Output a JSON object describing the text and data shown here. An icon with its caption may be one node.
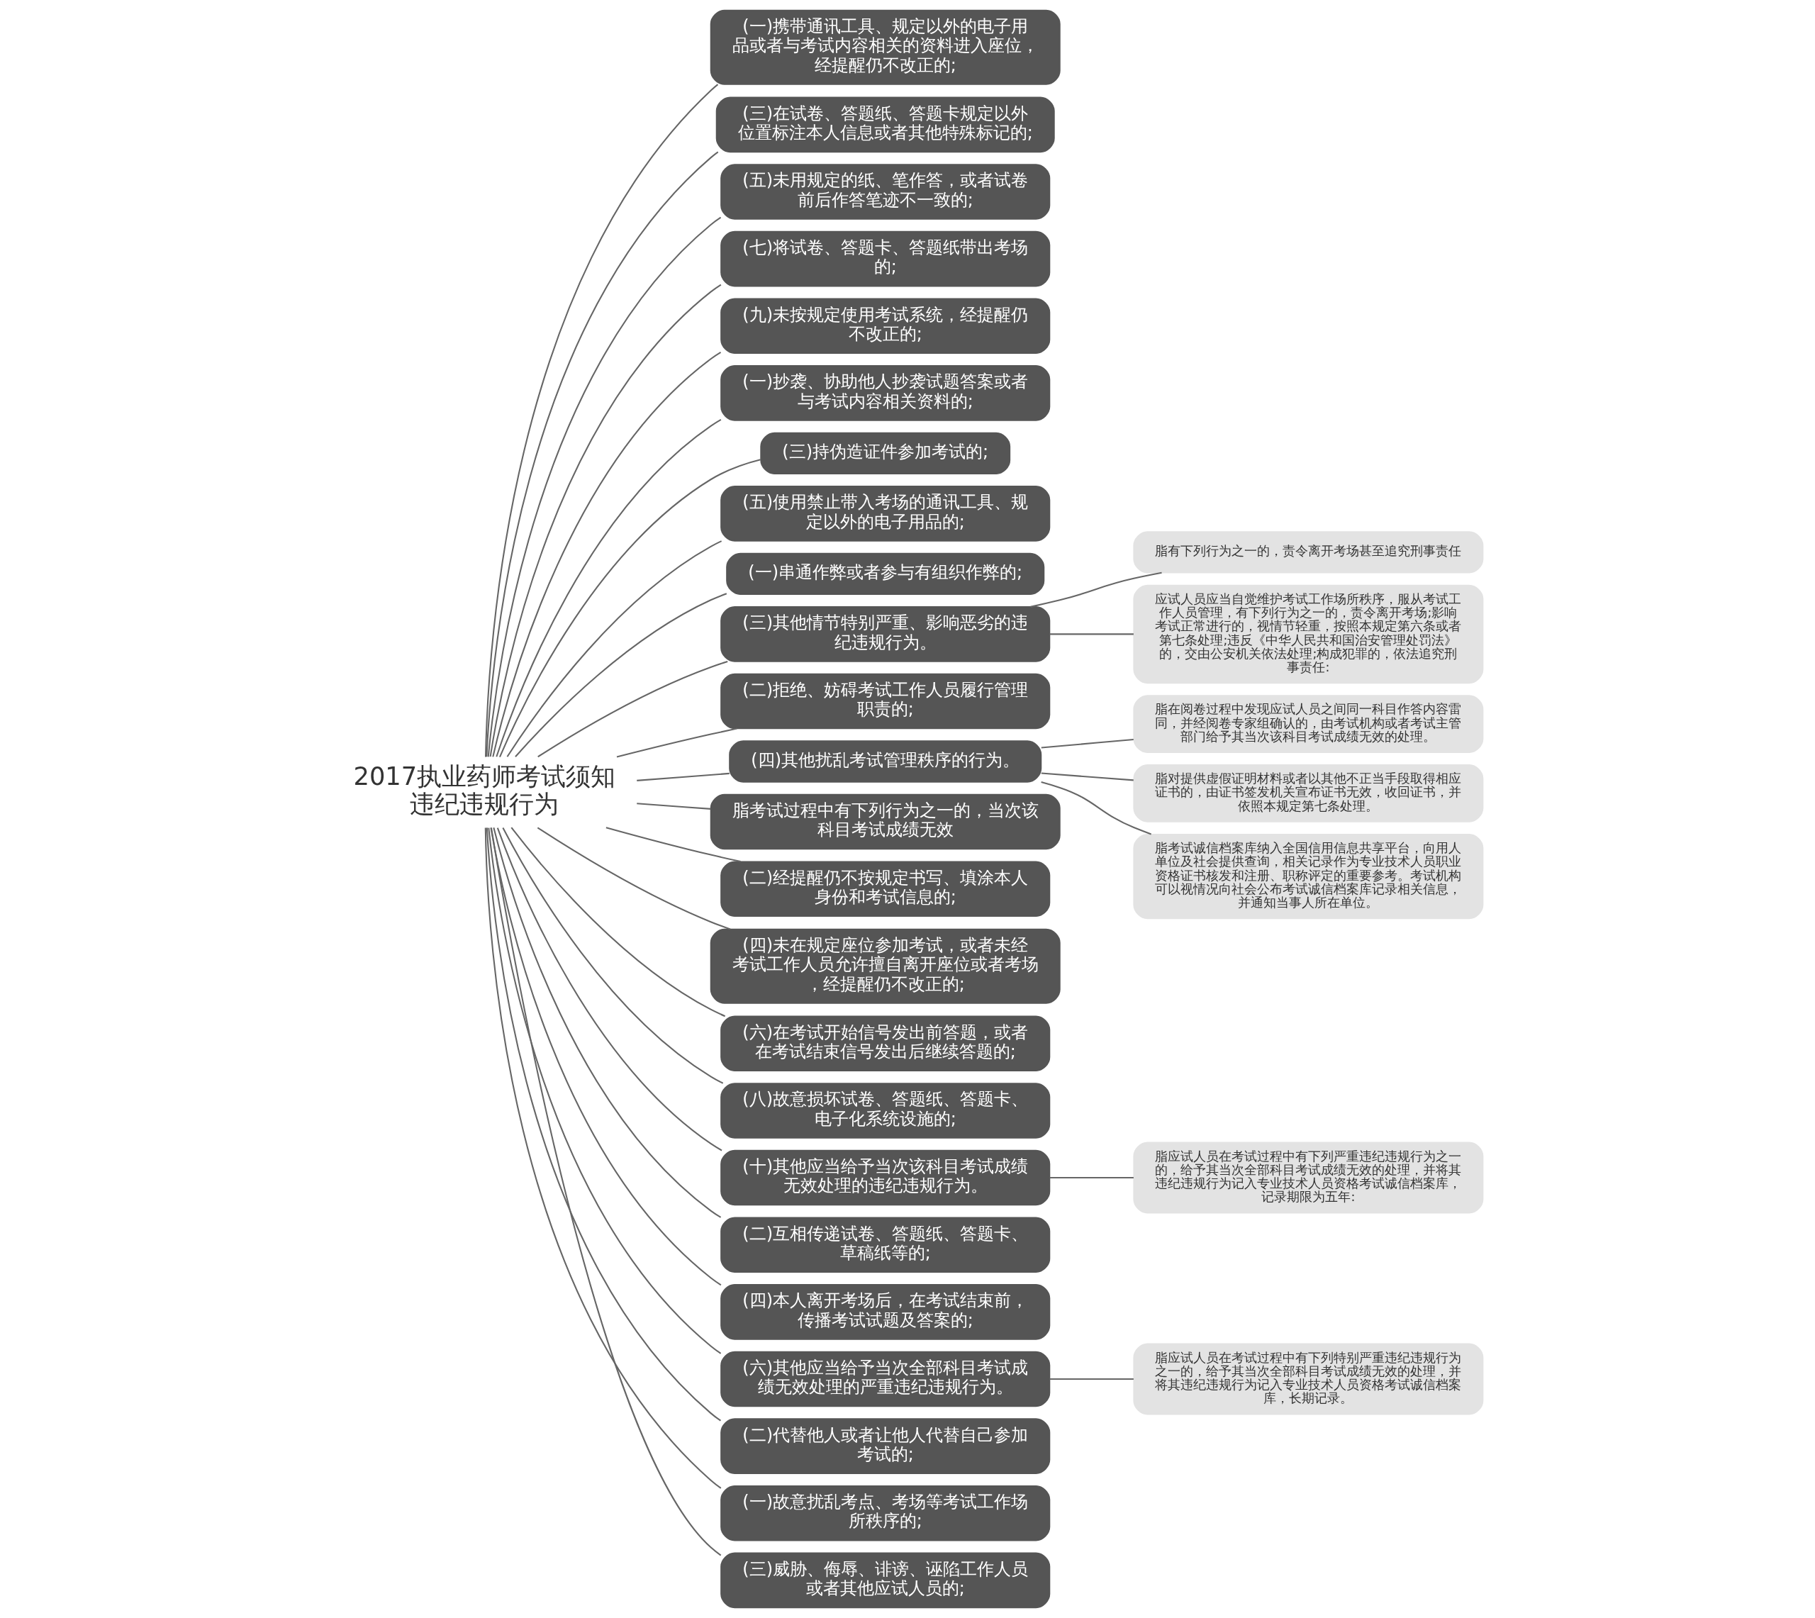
{
  "diagram": {
    "nodes": [
      {
        "text": [
          "2017执业药师考试须知违纪违规行为"
        ]
      },
      {
        "text": [
          "(一)携带通讯工具、规定以外的电子用品或者与考试内容相关的资料进入座位，经提醒仍不改正的;"
        ]
      },
      {
        "text": [
          "(三)在试卷、答题纸、答题卡规定以外位置标注本人信息或者其他特殊标记的;"
        ]
      },
      {
        "text": [
          "(五)未用规定的纸、笔作答，或者试卷前后作答笔迹不一致的;"
        ]
      },
      {
        "text": [
          "(七)将试卷、答题卡、答题纸带出考场的;"
        ]
      },
      {
        "text": [
          "(九)未按规定使用考试系统，经提醒仍不改正的;"
        ]
      },
      {
        "text": [
          "(一)抄袭、协助他人抄袭试题答案或者与考试内容相关资料的;"
        ]
      },
      {
        "text": [
          "(三)持伪造证件参加考试的;"
        ]
      },
      {
        "text": [
          "(五)使用禁止带入考场的通讯工具、规定以外的电子用品的;"
        ]
      },
      {
        "text": [
          "(一)串通作弊或者参与有组织作弊的;"
        ]
      },
      {
        "text": [
          "(三)其他情节特别严重、影响恶劣的违纪违规行为。"
        ]
      },
      {
        "text": [
          "(二)拒绝、妨碍考试工作人员履行管理职责的;"
        ]
      },
      {
        "text": [
          "(四)其他扰乱考试管理秩序的行为。"
        ]
      },
      {
        "text": [
          "脂考试过程中有下列行为之一的，当次该科目考试成绩无效"
        ]
      },
      {
        "text": [
          "(二)经提醒仍不按规定书写、填涂本人身份和考试信息的;"
        ]
      },
      {
        "text": [
          "(四)未在规定座位参加考试，或者未经考试工作人员允许擅自离开座位或者考场，经提醒仍不改正的;"
        ]
      },
      {
        "text": [
          "(六)在考试开始信号发出前答题，或者在考试结束信号发出后继续答题的;"
        ]
      },
      {
        "text": [
          "(八)故意损坏试卷、答题纸、答题卡、电子化系统设施的;"
        ]
      },
      {
        "text": [
          "(十)其他应当给予当次该科目考试成绩无效处理的违纪违规行为。"
        ]
      },
      {
        "text": [
          "(二)互相传递试卷、答题纸、答题卡、草稿纸等的;"
        ]
      },
      {
        "text": [
          "(四)本人离开考场后，在考试结束前，传播考试试题及答案的;"
        ]
      },
      {
        "text": [
          "(六)其他应当给予当次全部科目考试成绩无效处理的严重违纪违规行为。"
        ]
      },
      {
        "text": [
          "(二)代替他人或者让他人代替自己参加考试的;"
        ]
      },
      {
        "text": [
          "(一)故意扰乱考点、考场等考试工作场所秩序的;"
        ]
      },
      {
        "text": [
          "(三)威胁、侮辱、诽谤、诬陷工作人员或者其他应试人员的;"
        ]
      },
      {
        "text": [
          "脂有下列行为之一的，责令离开考场甚至追究刑事责任"
        ]
      },
      {
        "text": [
          "应试人员应当自觉维护考试工作场所秩序，服从考试工作人员管理，有下列行为之一的，责令离开考场;影响考试正常进行的，视情节轻重，按照本规定第六条或者第七条处理;违反《中华人民共和国治安管理处罚法》的，交由公安机关依法处理;构成犯罪的，依法追究刑事责任:"
        ]
      },
      {
        "text": [
          "脂在阅卷过程中发现应试人员之间同一科目作答内容雷同，并经阅卷专家组确认的，由考试机构或者考试主管部门给予其当次该科目考试成绩无效的处理。"
        ]
      },
      {
        "text": [
          "脂对提供虚假证明材料或者以其他不正当手段取得相应证书的，由证书签发机关宣布证书无效，收回证书，并依照本规定第七条处理。"
        ]
      },
      {
        "text": [
          "脂考试诚信档案库纳入全国信用信息共享平台，向用人单位及社会提供查询，相关记录作为专业技术人员职业资格证书核发和注册、职称评定的重要参考。考试机构可以视情况向社会公布考试诚信档案库记录相关信息，并通知当事人所在单位。"
        ]
      },
      {
        "text": [
          "脂应试人员在考试过程中有下列严重违纪违规行为之一的，给予其当次全部科目考试成绩无效的处理，并将其违纪违规行为记入专业技术人员资格考试诚信档案库，记录期限为五年:"
        ]
      },
      {
        "text": [
          "脂应试人员在考试过程中有下列特别严重违纪违规行为之一的，给予其当次全部科目考试成绩无效的处理，并将其违纪违规行为记入专业技术人员资格考试诚信档案库，长期记录。"
        ]
      }
    ],
    "edges": [
      {
        "from": 0,
        "to": 1,
        "arrow": "none"
      },
      {
        "from": 0,
        "to": 2,
        "arrow": "none"
      },
      {
        "from": 0,
        "to": 3,
        "arrow": "none"
      },
      {
        "from": 0,
        "to": 4,
        "arrow": "none"
      },
      {
        "from": 0,
        "to": 5,
        "arrow": "none"
      },
      {
        "from": 0,
        "to": 6,
        "arrow": "none"
      },
      {
        "from": 0,
        "to": 7,
        "arrow": "none"
      },
      {
        "from": 0,
        "to": 8,
        "arrow": "none"
      },
      {
        "from": 0,
        "to": 9,
        "arrow": "none"
      },
      {
        "from": 0,
        "to": 10,
        "arrow": "none"
      },
      {
        "from": 0,
        "to": 11,
        "arrow": "none"
      },
      {
        "from": 0,
        "to": 12,
        "arrow": "none"
      },
      {
        "from": 0,
        "to": 13,
        "arrow": "none"
      },
      {
        "from": 0,
        "to": 14,
        "arrow": "none"
      },
      {
        "from": 0,
        "to": 15,
        "arrow": "none"
      },
      {
        "from": 0,
        "to": 16,
        "arrow": "none"
      },
      {
        "from": 0,
        "to": 17,
        "arrow": "none"
      },
      {
        "from": 0,
        "to": 18,
        "arrow": "none"
      },
      {
        "from": 0,
        "to": 19,
        "arrow": "none"
      },
      {
        "from": 0,
        "to": 20,
        "arrow": "none"
      },
      {
        "from": 0,
        "to": 21,
        "arrow": "none"
      },
      {
        "from": 0,
        "to": 22,
        "arrow": "none"
      },
      {
        "from": 0,
        "to": 23,
        "arrow": "none"
      },
      {
        "from": 0,
        "to": 24,
        "arrow": "none"
      },
      {
        "from": 10,
        "to": 25,
        "arrow": "none"
      },
      {
        "from": 10,
        "to": 26,
        "arrow": "none"
      },
      {
        "from": 12,
        "to": 27,
        "arrow": "none"
      },
      {
        "from": 12,
        "to": 28,
        "arrow": "none"
      },
      {
        "from": 12,
        "to": 29,
        "arrow": "none"
      },
      {
        "from": 18,
        "to": 30,
        "arrow": "none"
      },
      {
        "from": 21,
        "to": 31,
        "arrow": "none"
      }
    ]
  }
}
